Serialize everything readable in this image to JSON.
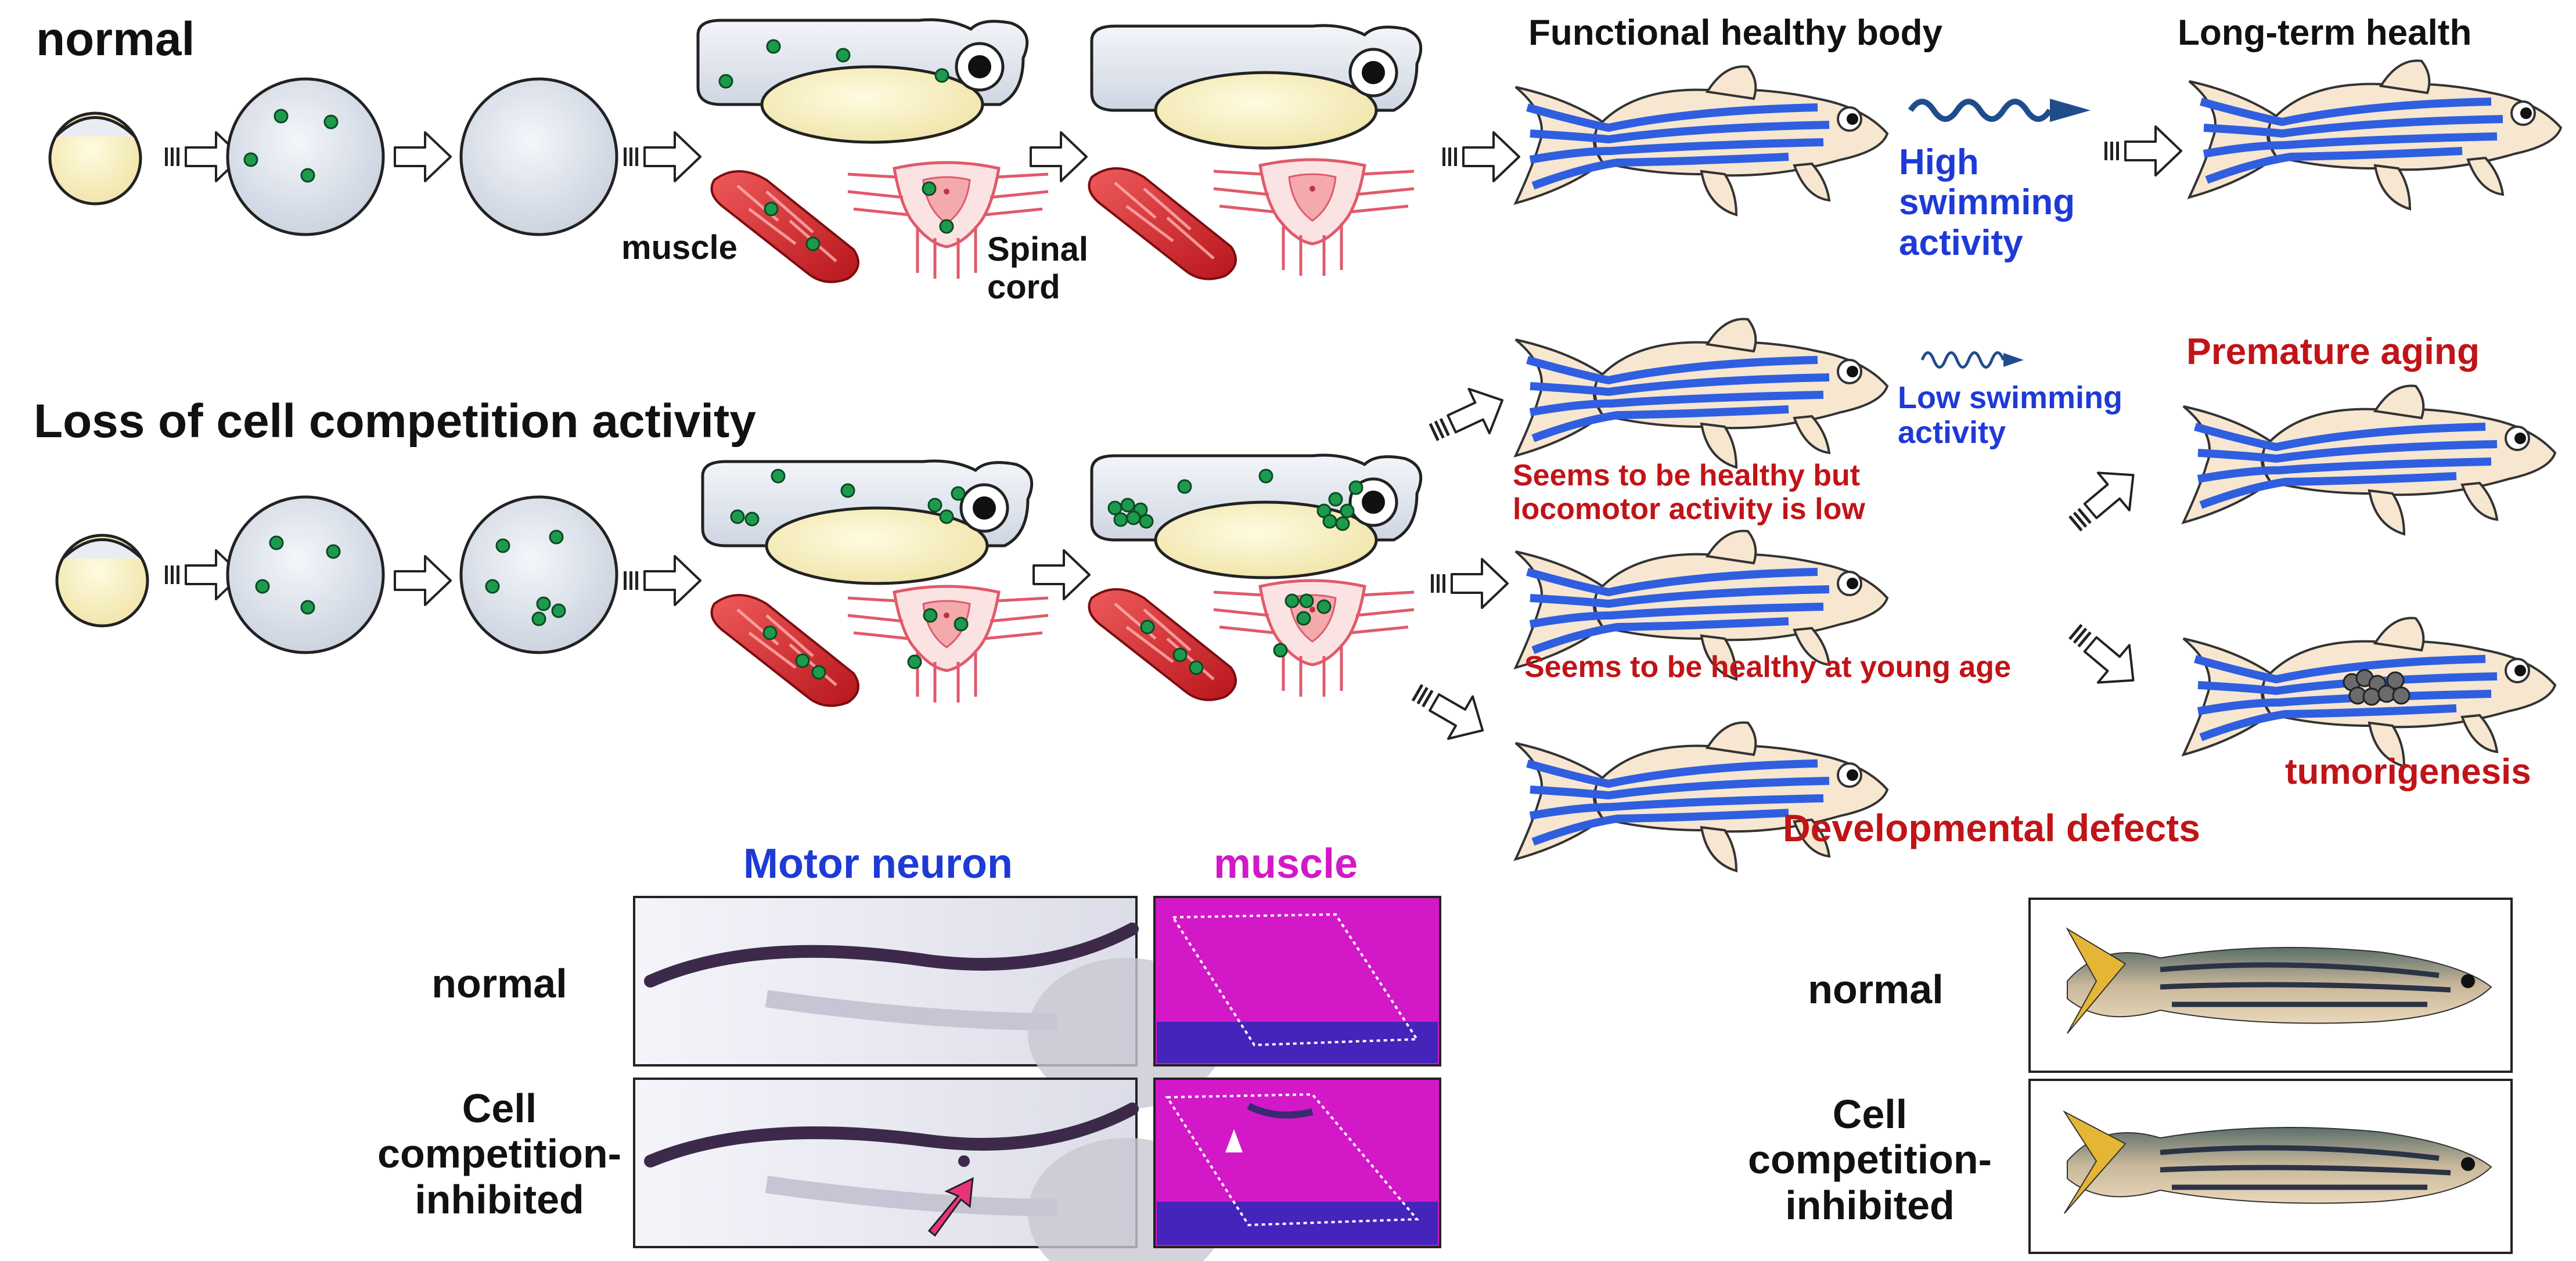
{
  "rows": {
    "normal": {
      "title": "normal"
    },
    "loss": {
      "title": "Loss of cell competition activity"
    }
  },
  "tissue_labels": {
    "muscle": "muscle",
    "spinal_cord": "Spinal cord"
  },
  "outcomes": {
    "functional": "Functional healthy body",
    "long_term": "Long-term health",
    "high_swim": "High swimming activity",
    "low_swim": "Low swimming activity",
    "premature_aging": "Premature aging",
    "low_locomotor": "Seems to be healthy but locomotor activity is low",
    "healthy_young": "Seems to be healthy at young age",
    "tumor": "tumorigenesis",
    "dev_defects": "Developmental defects"
  },
  "panels": {
    "motor_neuron": "Motor neuron",
    "muscle": "muscle",
    "row_normal": "normal",
    "row_inhibited": "Cell competition-inhibited",
    "right_normal": "normal",
    "right_inhibited": "Cell competition-inhibited"
  },
  "colors": {
    "green_cell": "#1d9a4d",
    "yolk": "#fbf4c0",
    "fish_body": "#f7e6d0",
    "stripe_blue": "#2f5fe0",
    "muscle_red": "#d8262c",
    "magenta": "#d318c8",
    "red_text": "#c01418",
    "blue_text": "#1e3ad6"
  }
}
